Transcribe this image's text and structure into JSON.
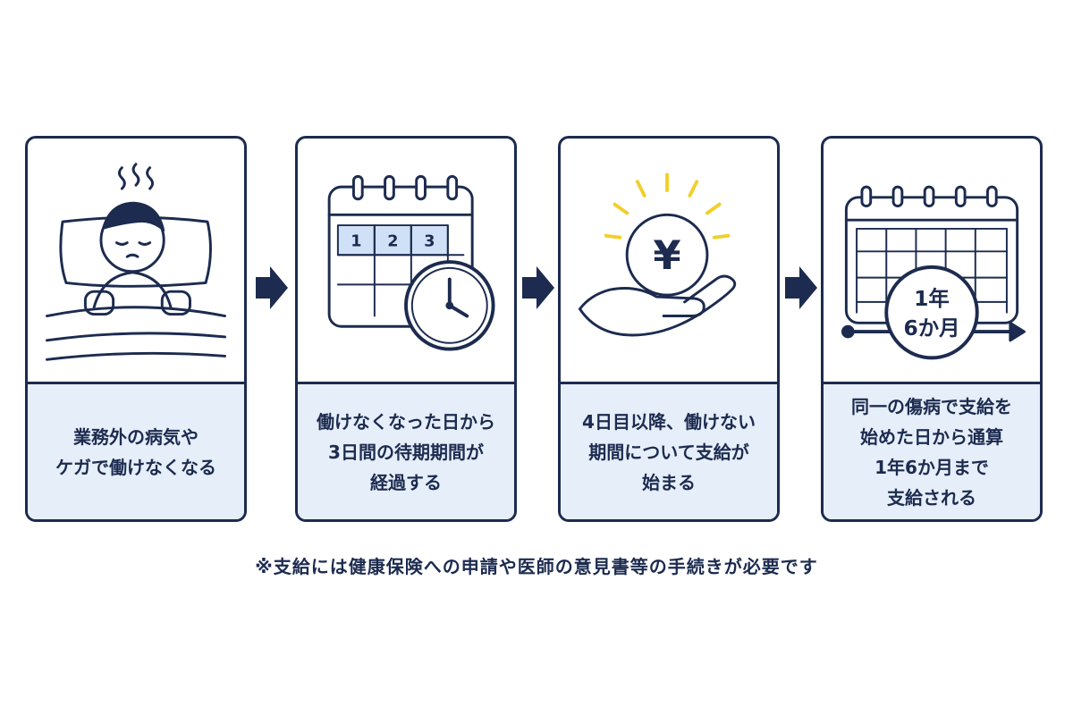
{
  "steps": [
    {
      "lines": [
        "業務外の病気や",
        "ケガで働けなくなる"
      ],
      "icon": "sick-person-in-bed-icon"
    },
    {
      "lines": [
        "働けなくなった日から",
        "3日間の待期期間が",
        "経過する"
      ],
      "icon": "calendar-clock-icon",
      "calendar_days": [
        "1",
        "2",
        "3"
      ]
    },
    {
      "lines": [
        "4日目以降、働けない",
        "期間について支給が",
        "始まる"
      ],
      "icon": "yen-coin-hand-icon",
      "currency_symbol": "¥"
    },
    {
      "lines": [
        "同一の傷病で支給を",
        "始めた日から通算",
        "1年6か月まで",
        "支給される"
      ],
      "icon": "calendar-timeline-icon",
      "duration_line1": "1年",
      "duration_line2": "6か月"
    }
  ],
  "note": "※支給には健康保険への申請や医師の意見書等の手続きが必要です",
  "colors": {
    "navy": "#1c2b4f",
    "light_blue": "#e6eef9",
    "cell_blue": "#cfe0f7",
    "yellow": "#f2cf2a"
  }
}
